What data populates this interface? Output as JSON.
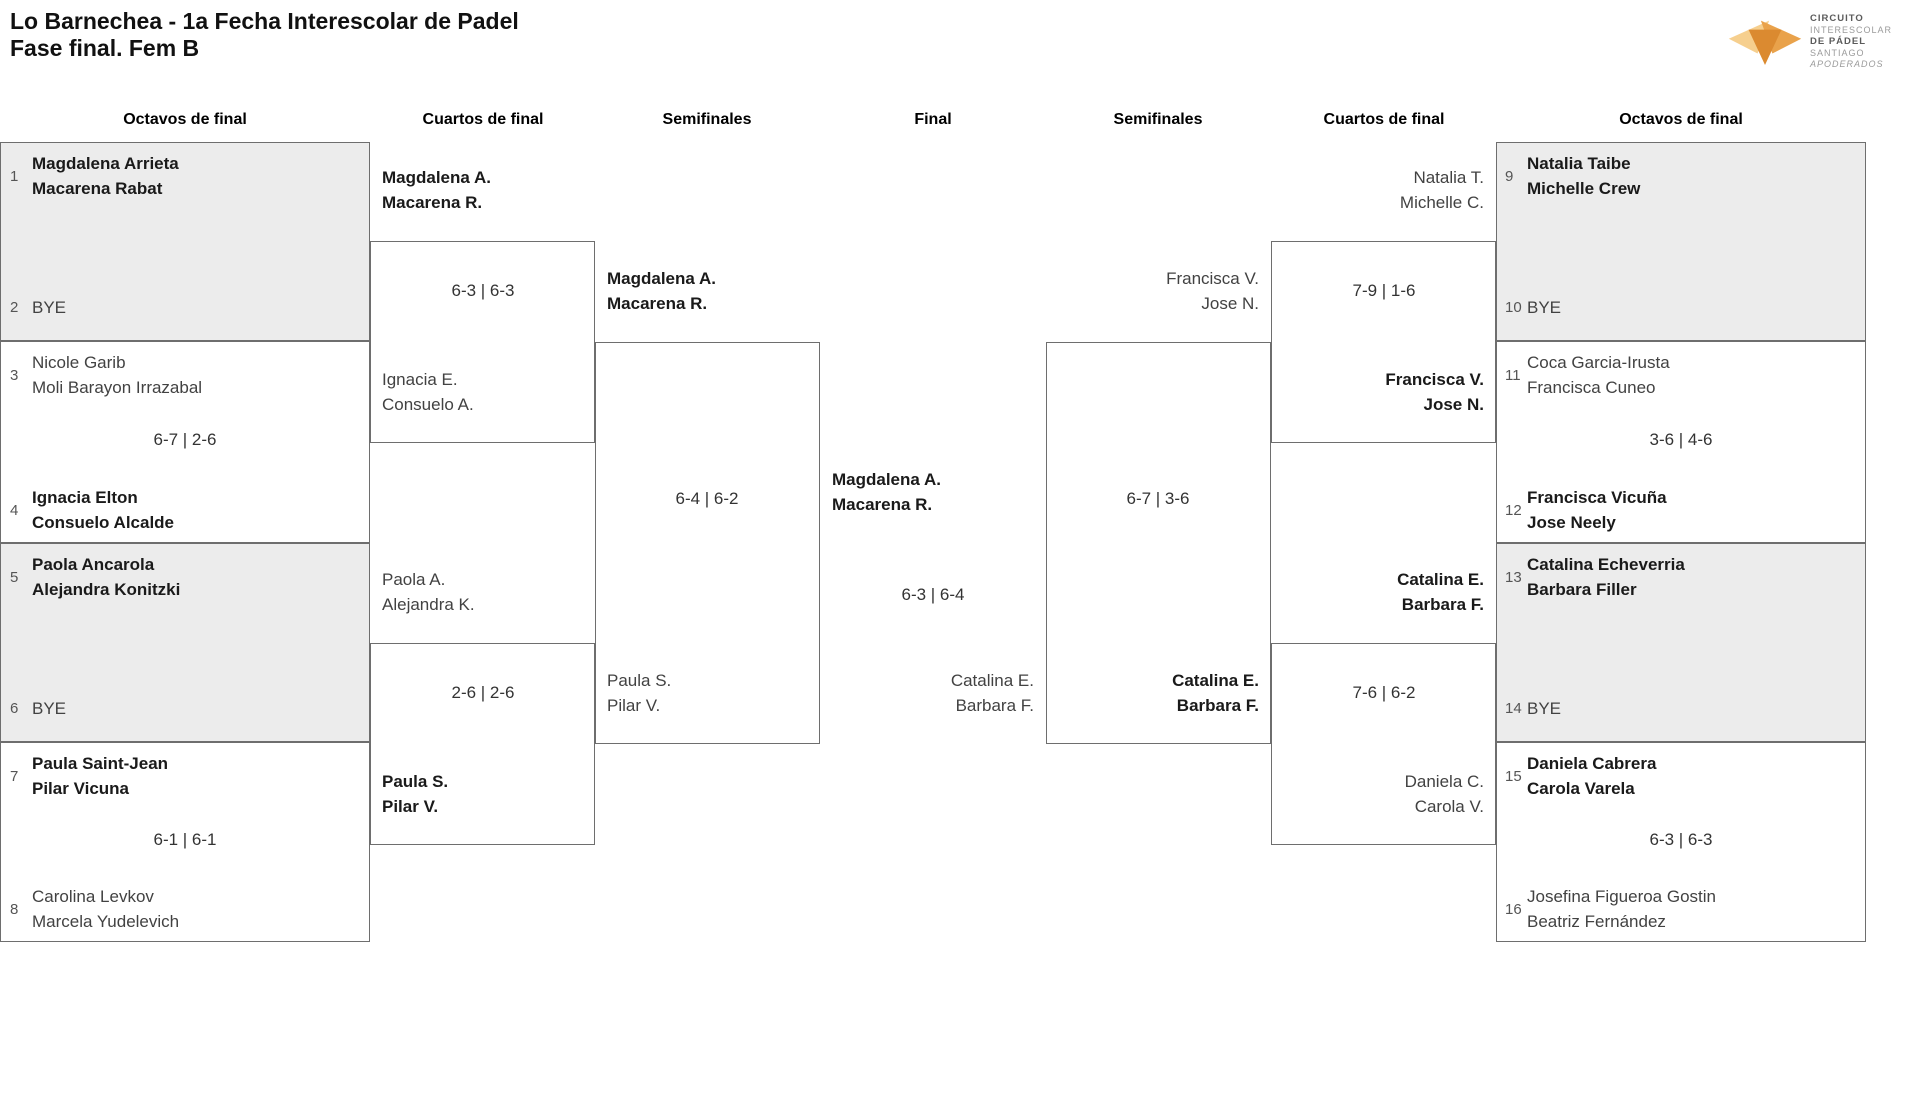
{
  "title": {
    "line1": "Lo Barnechea - 1a Fecha Interescolar de Padel",
    "line2": "Fase final. Fem B"
  },
  "logo": {
    "name": "Circuito Interescolar de Pádel Santiago Apoderados",
    "lines": [
      "CIRCUITO",
      "INTERESCOLAR",
      "DE PÁDEL",
      "SANTIAGO",
      "APODERADOS"
    ],
    "colors": {
      "wing_light": "#f6cf8e",
      "wing_mid": "#e9a24b",
      "center_dark": "#db8a30"
    }
  },
  "round_headers": [
    "Octavos de final",
    "Cuartos de final",
    "Semifinales",
    "Final",
    "Semifinales",
    "Cuartos de final",
    "Octavos de final"
  ],
  "colors": {
    "background": "#ffffff",
    "bye_box_fill": "#ececec",
    "border": "#6e6e6e",
    "winner_text": "#1a1a1a",
    "normal_text": "#424242"
  },
  "octavos_left": [
    {
      "bye_match": true,
      "score": "",
      "top": {
        "seed": "1",
        "line1": "Magdalena Arrieta",
        "line2": "Macarena Rabat",
        "winner": true
      },
      "bottom": {
        "seed": "2",
        "line1": "BYE",
        "line2": "",
        "winner": false
      }
    },
    {
      "bye_match": false,
      "score": "6-7 | 2-6",
      "top": {
        "seed": "3",
        "line1": "Nicole Garib",
        "line2": "Moli Barayon Irrazabal",
        "winner": false
      },
      "bottom": {
        "seed": "4",
        "line1": "Ignacia Elton",
        "line2": "Consuelo Alcalde",
        "winner": true
      }
    },
    {
      "bye_match": true,
      "score": "",
      "top": {
        "seed": "5",
        "line1": "Paola Ancarola",
        "line2": "Alejandra Konitzki",
        "winner": true
      },
      "bottom": {
        "seed": "6",
        "line1": "BYE",
        "line2": "",
        "winner": false
      }
    },
    {
      "bye_match": false,
      "score": "6-1 | 6-1",
      "top": {
        "seed": "7",
        "line1": "Paula Saint-Jean",
        "line2": "Pilar Vicuna",
        "winner": true
      },
      "bottom": {
        "seed": "8",
        "line1": "Carolina Levkov",
        "line2": "Marcela Yudelevich",
        "winner": false
      }
    }
  ],
  "cuartos_left": [
    {
      "score": "6-3 | 6-3",
      "top": {
        "line1": "Magdalena A.",
        "line2": "Macarena R.",
        "winner": true
      },
      "bottom": {
        "line1": "Ignacia E.",
        "line2": "Consuelo A.",
        "winner": false
      }
    },
    {
      "score": "2-6 | 2-6",
      "top": {
        "line1": "Paola A.",
        "line2": "Alejandra K.",
        "winner": false
      },
      "bottom": {
        "line1": "Paula S.",
        "line2": "Pilar V.",
        "winner": true
      }
    }
  ],
  "semifinal_left": {
    "score": "6-4 | 6-2",
    "top": {
      "line1": "Magdalena A.",
      "line2": "Macarena R.",
      "winner": true
    },
    "bottom": {
      "line1": "Paula S.",
      "line2": "Pilar V.",
      "winner": false
    }
  },
  "final": {
    "score": "6-3 | 6-4",
    "top": {
      "line1": "Magdalena A.",
      "line2": "Macarena R.",
      "winner": true
    },
    "bottom": {
      "line1": "Catalina E.",
      "line2": "Barbara F.",
      "winner": false
    }
  },
  "semifinal_right": {
    "score": "6-7 | 3-6",
    "top": {
      "line1": "Francisca V.",
      "line2": "Jose N.",
      "winner": false
    },
    "bottom": {
      "line1": "Catalina E.",
      "line2": "Barbara F.",
      "winner": true
    }
  },
  "cuartos_right": [
    {
      "score": "7-9 | 1-6",
      "top": {
        "line1": "Natalia T.",
        "line2": "Michelle C.",
        "winner": false
      },
      "bottom": {
        "line1": "Francisca V.",
        "line2": "Jose N.",
        "winner": true
      }
    },
    {
      "score": "7-6 | 6-2",
      "top": {
        "line1": "Catalina E.",
        "line2": "Barbara F.",
        "winner": true
      },
      "bottom": {
        "line1": "Daniela C.",
        "line2": "Carola V.",
        "winner": false
      }
    }
  ],
  "octavos_right": [
    {
      "bye_match": true,
      "score": "",
      "top": {
        "seed": "9",
        "line1": "Natalia Taibe",
        "line2": "Michelle Crew",
        "winner": true
      },
      "bottom": {
        "seed": "10",
        "line1": "BYE",
        "line2": "",
        "winner": false
      }
    },
    {
      "bye_match": false,
      "score": "3-6 | 4-6",
      "top": {
        "seed": "11",
        "line1": "Coca Garcia-Irusta",
        "line2": "Francisca Cuneo",
        "winner": false
      },
      "bottom": {
        "seed": "12",
        "line1": "Francisca Vicuña",
        "line2": "Jose Neely",
        "winner": true
      }
    },
    {
      "bye_match": true,
      "score": "",
      "top": {
        "seed": "13",
        "line1": "Catalina Echeverria",
        "line2": "Barbara Filler",
        "winner": true
      },
      "bottom": {
        "seed": "14",
        "line1": "BYE",
        "line2": "",
        "winner": false
      }
    },
    {
      "bye_match": false,
      "score": "6-3 | 6-3",
      "top": {
        "seed": "15",
        "line1": "Daniela Cabrera",
        "line2": "Carola Varela",
        "winner": true
      },
      "bottom": {
        "seed": "16",
        "line1": "Josefina Figueroa Gostin",
        "line2": "Beatriz Fernández",
        "winner": false
      }
    }
  ]
}
